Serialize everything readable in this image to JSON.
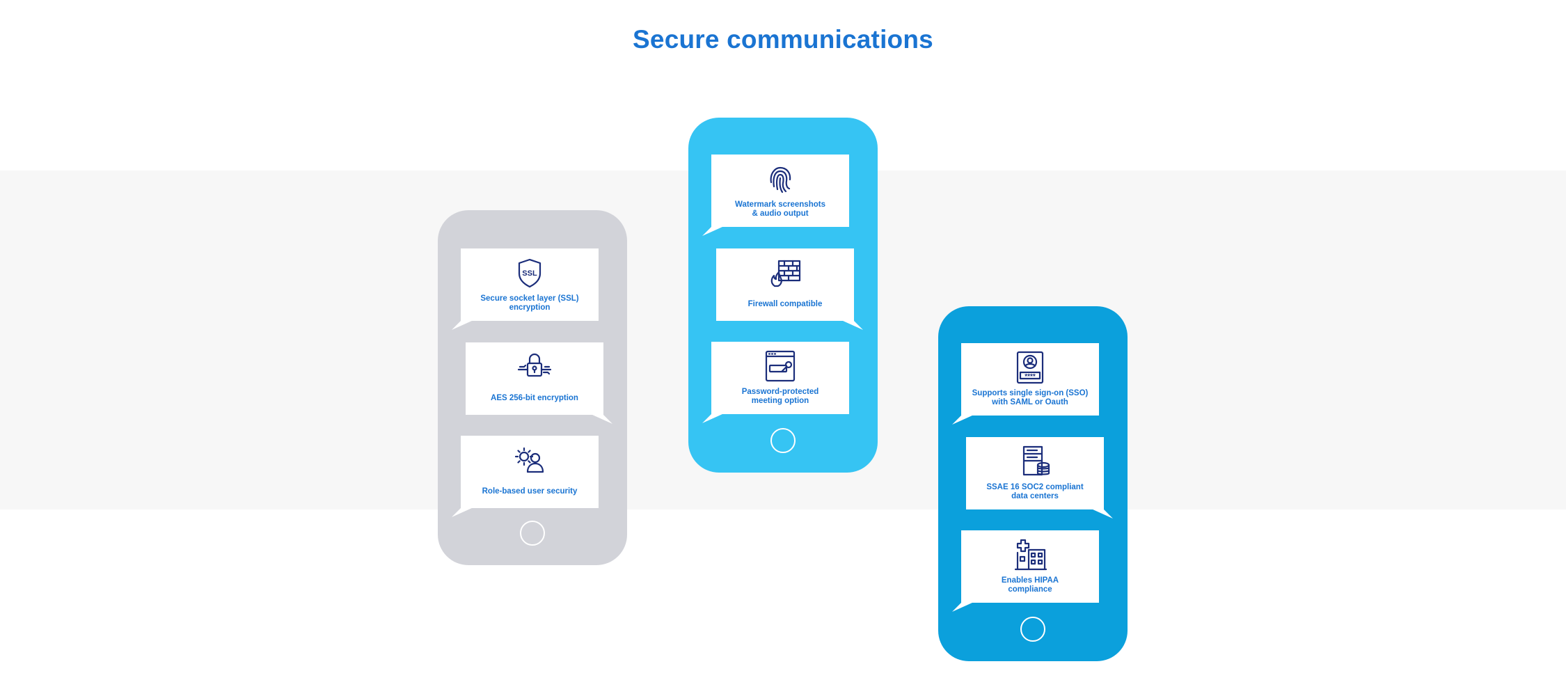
{
  "title": "Secure communications",
  "phones": [
    {
      "name": "gray",
      "color": "#d2d3d9",
      "features": [
        {
          "label": "Secure socket layer (SSL)\nencryption",
          "icon": "ssl-shield-icon",
          "icon_text": "SSL"
        },
        {
          "label": "AES 256-bit encryption",
          "icon": "padlock-circuit-icon"
        },
        {
          "label": "Role-based user security",
          "icon": "gear-user-icon"
        }
      ]
    },
    {
      "name": "light-blue",
      "color": "#36c4f3",
      "features": [
        {
          "label": "Watermark screenshots\n& audio output",
          "icon": "fingerprint-icon"
        },
        {
          "label": "Firewall compatible",
          "icon": "firewall-icon"
        },
        {
          "label": "Password-protected\nmeeting option",
          "icon": "password-window-icon"
        }
      ]
    },
    {
      "name": "dark-blue",
      "color": "#0ba0dc",
      "features": [
        {
          "label": "Supports single sign-on (SSO)\nwith SAML or Oauth",
          "icon": "sso-badge-icon",
          "icon_text": "****"
        },
        {
          "label": "SSAE 16 SOC2 compliant\ndata centers",
          "icon": "data-center-icon"
        },
        {
          "label": "Enables HIPAA\ncompliance",
          "icon": "hospital-icon"
        }
      ]
    }
  ],
  "colors": {
    "accent": "#1a74d2",
    "icon_stroke": "#1b2d7a",
    "band": "#f7f7f7"
  }
}
